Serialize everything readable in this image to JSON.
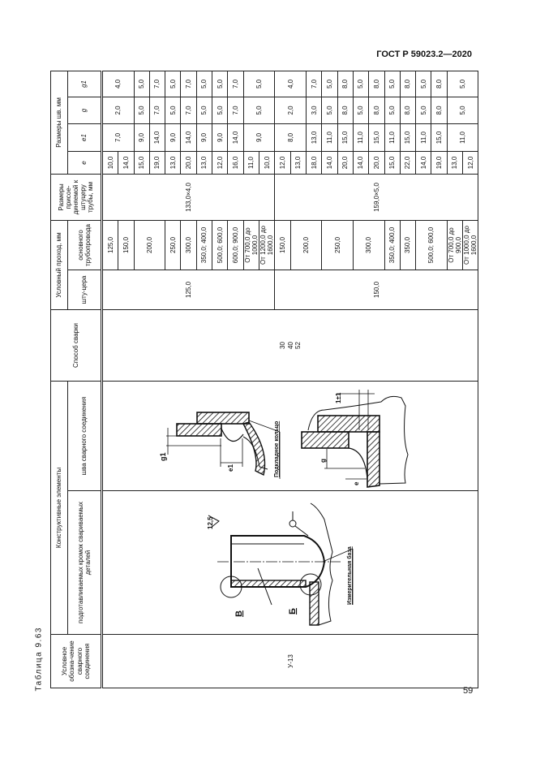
{
  "header": {
    "doc_code": "ГОСТ Р 59023.2—2020"
  },
  "footer": {
    "page_number": "59"
  },
  "table": {
    "caption": "Таблица 9.63",
    "headers": {
      "designation": "Условное обозна-чение сварного соединения",
      "elements_group": "Конструктивные элементы",
      "prepared_edges": "подготавливаемых кромок свариваемых деталей",
      "weld_seam": "шва сварного соединения",
      "method": "Способ сварки",
      "nominal_bore_group": "Условный проход, мм",
      "branch": "шту-цера",
      "main_pipe": "основного трубопровода",
      "attached_pipe": "Размеры присое-диняемой к штуцеру трубы, мм",
      "seam_sizes_group": "Размеры шв. мм",
      "e": "e",
      "e1": "e1",
      "g": "g",
      "g1": "g1"
    },
    "designation": "У-13",
    "methods": [
      "30",
      "40",
      "52"
    ],
    "groups": [
      {
        "branch": "125,0",
        "attached_pipe": "133,0×4,0"
      },
      {
        "branch": "150,0",
        "attached_pipe": "159,0×5,0"
      }
    ],
    "main_pipe": [
      "125,0",
      "150,0",
      "200,0",
      "250,0",
      "300,0",
      "350,0; 400,0",
      "500,0; 600,0",
      "600,0; 900,0",
      "От 700,0 до 1000,0",
      "От 1200,0 до 1600,0",
      "150,0",
      "200,0",
      "250,0",
      "300,0",
      "350,0; 400,0",
      "350,0",
      "500,0; 600,0",
      "От 700,0 до 900,0",
      "От 1000,0 до 1600,0"
    ],
    "e": [
      "10,0",
      "14,0",
      "15,0",
      "19,0",
      "13,0",
      "20,0",
      "13,0",
      "12,0",
      "16,0",
      "11,0",
      "10,0",
      "12,0",
      "13,0",
      "18,0",
      "14,0",
      "20,0",
      "14,0",
      "20,0",
      "15,0",
      "22,0",
      "14,0",
      "19,0",
      "13,0",
      "12,0"
    ],
    "seam": [
      {
        "e1": "7,0",
        "g": "2,0",
        "g1": "4,0"
      },
      {
        "e1": "9,0",
        "g": "5,0",
        "g1": "5,0"
      },
      {
        "e1": "14,0",
        "g": "7,0",
        "g1": "7,0"
      },
      {
        "e1": "9,0",
        "g": "5,0",
        "g1": "5,0"
      },
      {
        "e1": "14,0",
        "g": "7,0",
        "g1": "7,0"
      },
      {
        "e1": "9,0",
        "g": "5,0",
        "g1": "5,0"
      },
      {
        "e1": "9,0",
        "g": "5,0",
        "g1": "5,0"
      },
      {
        "e1": "14,0",
        "g": "7,0",
        "g1": "7,0"
      },
      {
        "e1": "9,0",
        "g": "5,0",
        "g1": "5,0"
      },
      {
        "e1": "8,0",
        "g": "2,0",
        "g1": "4,0"
      },
      {
        "e1": "13,0",
        "g": "3,0",
        "g1": "7,0"
      },
      {
        "e1": "11,0",
        "g": "5,0",
        "g1": "5,0"
      },
      {
        "e1": "15,0",
        "g": "8,0",
        "g1": "8,0"
      },
      {
        "e1": "11,0",
        "g": "5,0",
        "g1": "5,0"
      },
      {
        "e1": "15,0",
        "g": "8,0",
        "g1": "8,0"
      },
      {
        "e1": "11,0",
        "g": "5,0",
        "g1": "5,0"
      },
      {
        "e1": "15,0",
        "g": "8,0",
        "g1": "8,0"
      },
      {
        "e1": "11,0",
        "g": "5,0",
        "g1": "5,0"
      },
      {
        "e1": "15,0",
        "g": "8,0",
        "g1": "8,0"
      },
      {
        "e1": "11,0",
        "g": "5,0",
        "g1": "5,0"
      }
    ]
  },
  "drawing_labels": {
    "backing_ring": "Подкладное кольцо",
    "measuring_base": "Измерительная база",
    "roughness": "12,5",
    "view_v": "В",
    "view_b": "Б",
    "dim_g1": "g1",
    "dim_e": "e",
    "dim_g": "g",
    "dim_e1": "e1",
    "dim_gap": "1±1"
  }
}
